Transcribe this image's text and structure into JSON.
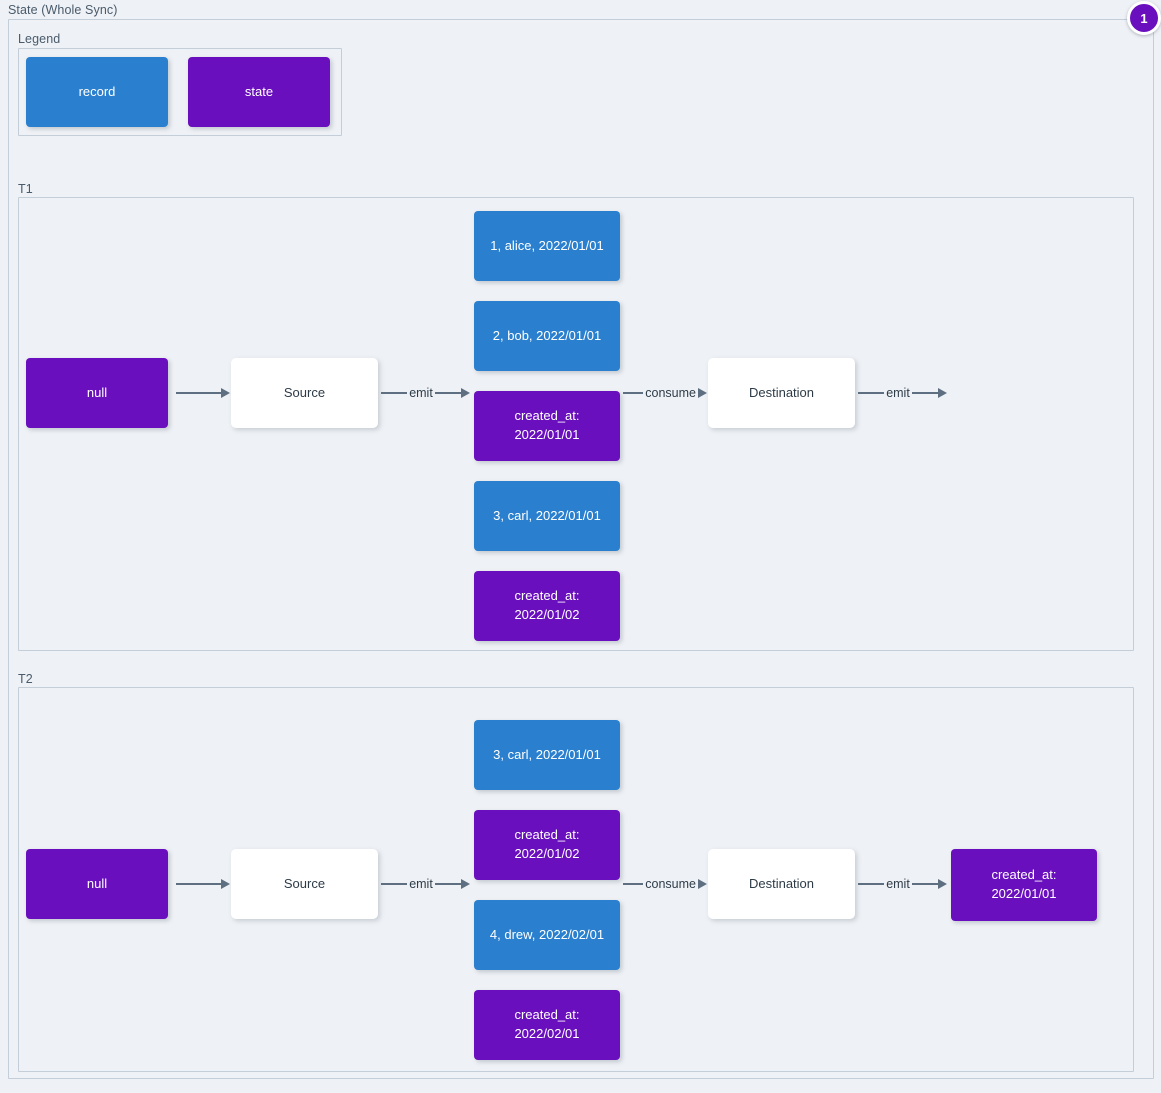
{
  "outer": {
    "label": "State (Whole Sync)"
  },
  "badge": {
    "count": "1",
    "color": "#6a0fbe"
  },
  "legend": {
    "label": "Legend",
    "items": [
      {
        "label": "record",
        "type": "record",
        "color": "#2a80ce"
      },
      {
        "label": "state",
        "type": "state",
        "color": "#6a0fbe"
      }
    ]
  },
  "colors": {
    "record": "#2a80ce",
    "state": "#6a0fbe",
    "process": "#ffffff",
    "edge": "#5d6f80",
    "frame": "#c3ced9",
    "background": "#eef1f5",
    "label_text": "#4a5b6b"
  },
  "rounds": [
    {
      "label": "T1",
      "input_state": "null",
      "source": "Source",
      "destination": "Destination",
      "edges": {
        "state_to_source": "",
        "source_emit": "emit",
        "dest_consume": "consume",
        "dest_emit": "emit"
      },
      "stream": [
        {
          "type": "record",
          "label": "1, alice, 2022/01/01"
        },
        {
          "type": "record",
          "label": "2, bob, 2022/01/01"
        },
        {
          "type": "state",
          "label": "created_at:\n2022/01/01"
        },
        {
          "type": "record",
          "label": "3, carl, 2022/01/01"
        },
        {
          "type": "state",
          "label": "created_at:\n2022/01/02"
        }
      ],
      "output_state": null
    },
    {
      "label": "T2",
      "input_state": "null",
      "source": "Source",
      "destination": "Destination",
      "edges": {
        "state_to_source": "",
        "source_emit": "emit",
        "dest_consume": "consume",
        "dest_emit": "emit"
      },
      "stream": [
        {
          "type": "record",
          "label": "3, carl, 2022/01/01"
        },
        {
          "type": "state",
          "label": "created_at:\n2022/01/02"
        },
        {
          "type": "record",
          "label": "4, drew, 2022/02/01"
        },
        {
          "type": "state",
          "label": "created_at:\n2022/02/01"
        }
      ],
      "output_state": "created_at:\n2022/01/01"
    }
  ]
}
